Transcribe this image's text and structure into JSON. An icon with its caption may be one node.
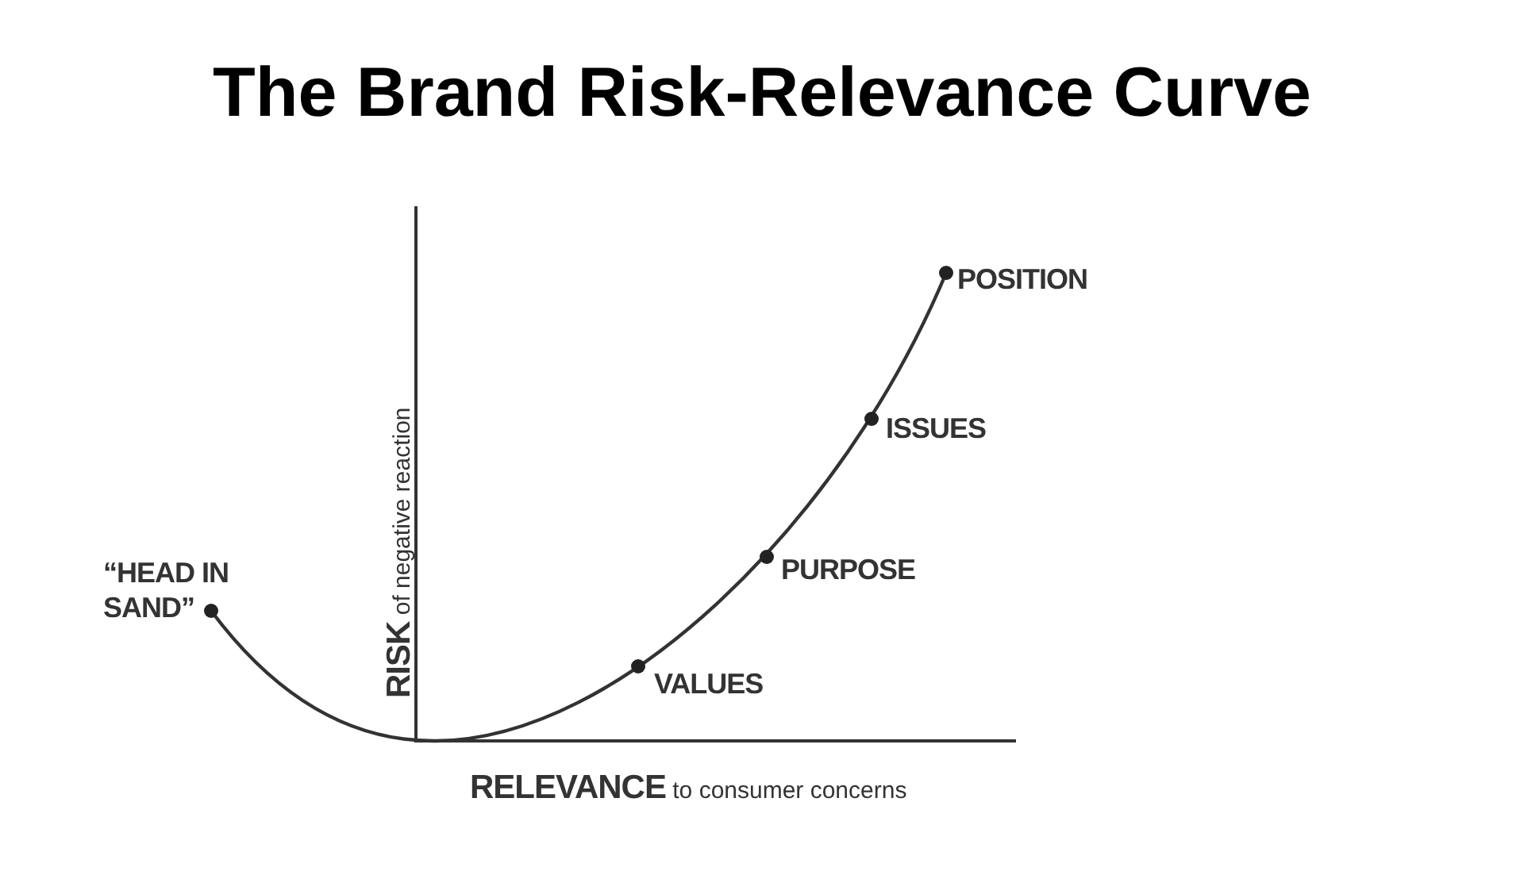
{
  "diagram": {
    "title": "The Brand Risk-Relevance Curve",
    "labels": [
      "“HEAD IN SAND”",
      "POSITION",
      "ISSUES",
      "PURPOSE",
      "VALUES",
      "**RISK** of negative reaction",
      "**RELEVANCE** to consumer concerns"
    ]
  }
}
